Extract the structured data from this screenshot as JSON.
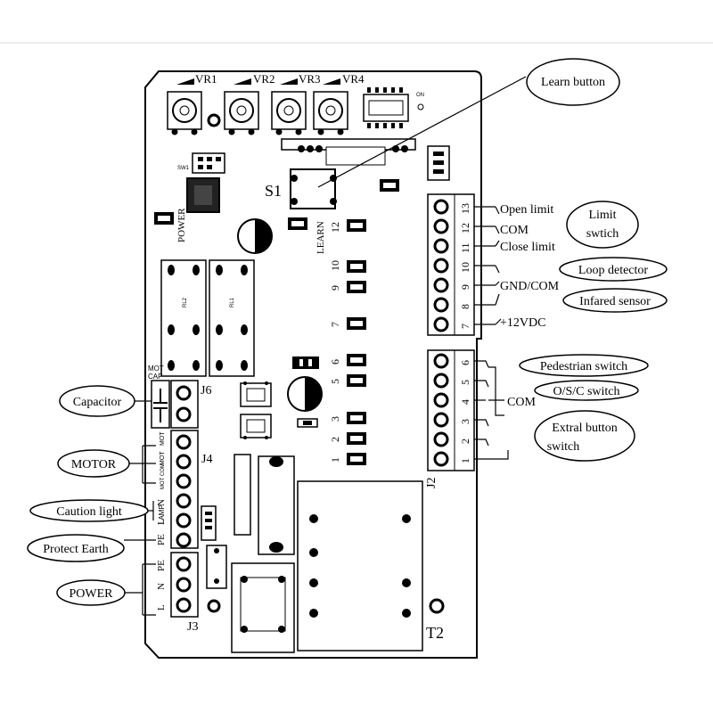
{
  "callouts": {
    "learn_button": "Learn button",
    "limit_switch_1": "Limit",
    "limit_switch_2": "swtich",
    "loop_detector": "Loop detector",
    "infared_sensor": "Infared sensor",
    "pedestrian_switch": "Pedestrian switch",
    "osc_switch": "O/S/C switch",
    "extral_button_1": "Extral button",
    "extral_button_2": "switch",
    "capacitor": "Capacitor",
    "motor": "MOTOR",
    "caution_light": "Caution light",
    "protect_earth": "Protect Earth",
    "power": "POWER"
  },
  "board": {
    "vr1": "VR1",
    "vr2": "VR2",
    "vr3": "VR3",
    "vr4": "VR4",
    "s1": "S1",
    "learn": "LEARN",
    "power_led": "POWER",
    "j6": "J6",
    "j4": "J4",
    "j3": "J3",
    "j2": "J2",
    "t2": "T2",
    "mot_cap": "MOT\nCAP",
    "lamp": "LAMP",
    "sw": "SW1",
    "on": "ON",
    "rl2": "RL2",
    "rl1": "RL1"
  },
  "terminals_right_top": {
    "numbers": [
      "13",
      "12",
      "11",
      "10",
      "9",
      "8",
      "7"
    ],
    "labels": {
      "open_limit": "Open limit",
      "com": "COM",
      "close_limit": "Close limit",
      "gnd_com": "GND/COM",
      "v12": "+12VDC"
    }
  },
  "terminals_right_bottom": {
    "numbers": [
      "6",
      "5",
      "4",
      "3",
      "2",
      "1"
    ],
    "com": "COM"
  },
  "middle_numbers": [
    "12",
    "10",
    "9",
    "7",
    "6",
    "5",
    "3",
    "2",
    "1"
  ],
  "left_terminals": {
    "j4_labels": [
      "MOT",
      "MOT",
      "MOT COM",
      "N",
      "L",
      "PE"
    ],
    "j3_labels": [
      "PE",
      "N",
      "L"
    ]
  }
}
